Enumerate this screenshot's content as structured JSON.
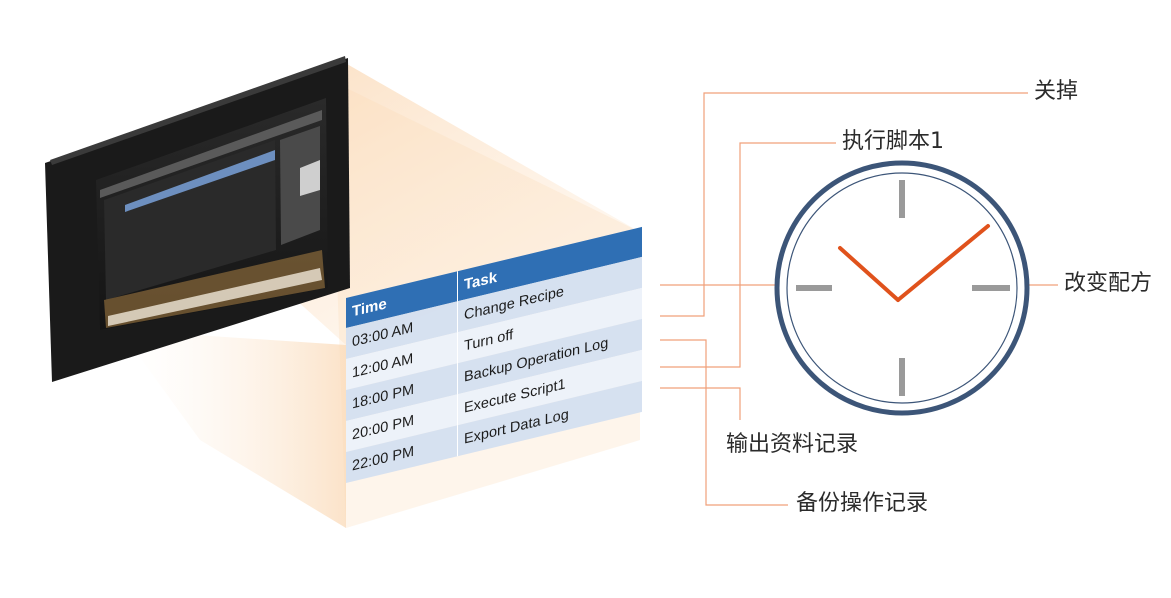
{
  "table": {
    "header": {
      "time": "Time",
      "task": "Task"
    },
    "rows": [
      {
        "time": "03:00 AM",
        "task": "Change Recipe"
      },
      {
        "time": "12:00 AM",
        "task": "Turn off"
      },
      {
        "time": "18:00 PM",
        "task": "Backup Operation Log"
      },
      {
        "time": "20:00 PM",
        "task": "Execute Script1"
      },
      {
        "time": "22:00 PM",
        "task": "Export Data Log"
      }
    ]
  },
  "labels": {
    "turn_off": "关掉",
    "execute_script": "执行脚本1",
    "change_recipe": "改变配方",
    "export_data_log": "输出资料记录",
    "backup_operation_log": "备份操作记录"
  },
  "colors": {
    "table_header": "#2f6fb4",
    "clock_ring": "#3c5578",
    "clock_hands": "#e0521c",
    "leader_lines": "#f0a07a",
    "glow": "#f7b877"
  },
  "icons": {
    "device": "hmi-touch-panel-icon",
    "clock": "wall-clock-icon"
  }
}
